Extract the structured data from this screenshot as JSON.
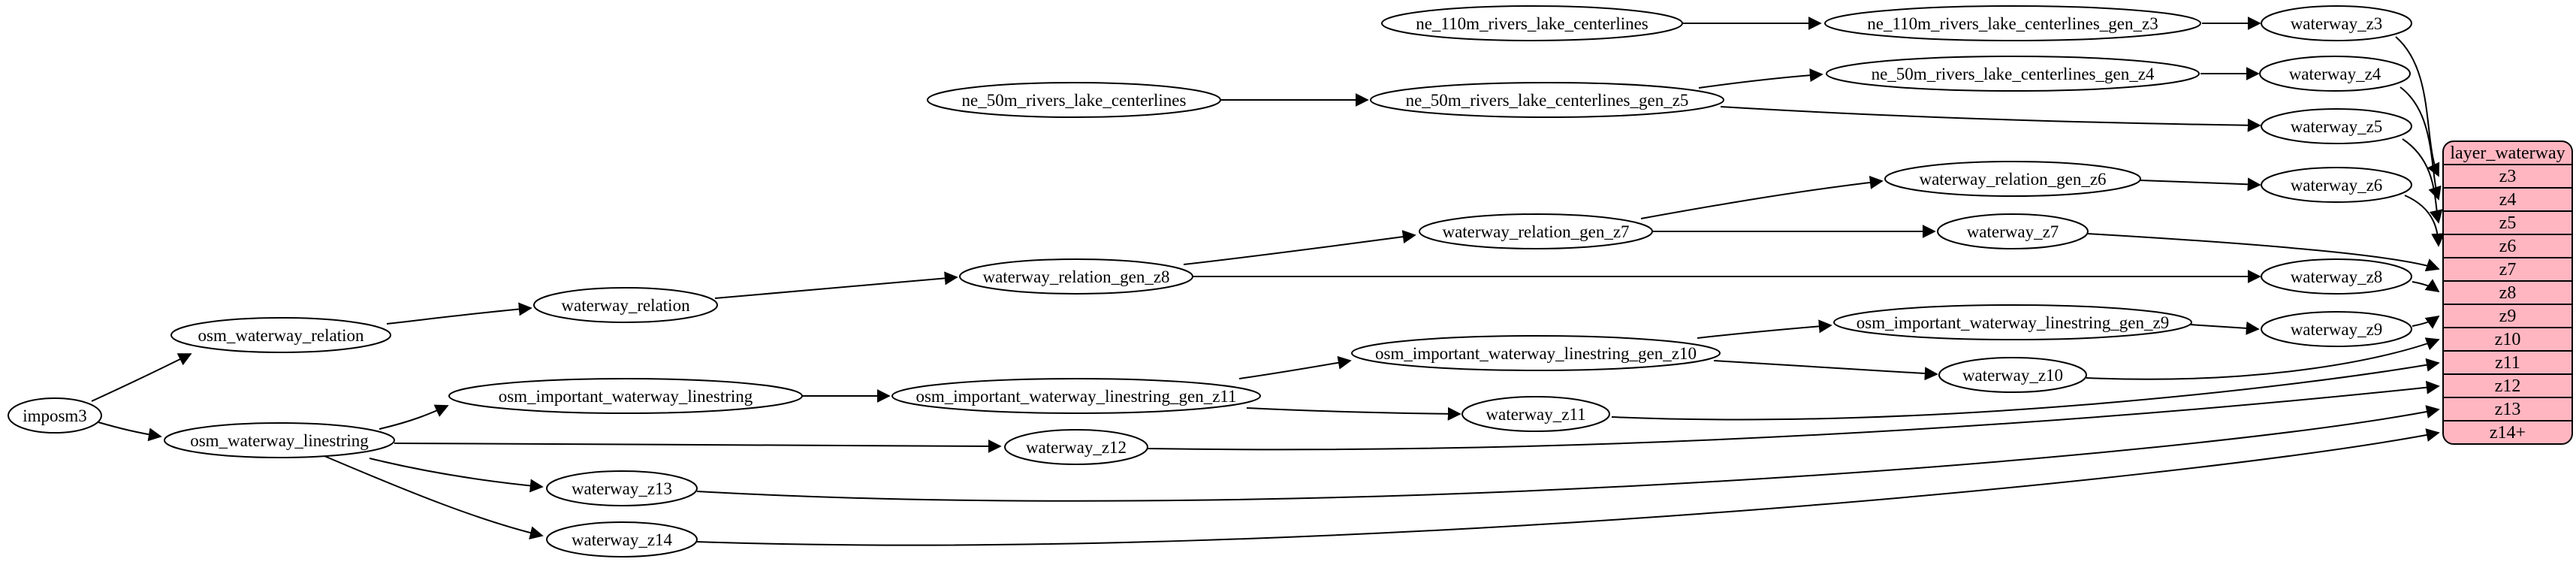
{
  "diagram_type": "etl-dependency-graph",
  "nodes": {
    "imposm3": "imposm3",
    "osm_waterway_relation": "osm_waterway_relation",
    "osm_waterway_linestring": "osm_waterway_linestring",
    "waterway_relation": "waterway_relation",
    "waterway_relation_gen_z8": "waterway_relation_gen_z8",
    "waterway_relation_gen_z7": "waterway_relation_gen_z7",
    "waterway_relation_gen_z6": "waterway_relation_gen_z6",
    "osm_important_waterway_linestring": "osm_important_waterway_linestring",
    "osm_important_waterway_linestring_gen_z11": "osm_important_waterway_linestring_gen_z11",
    "osm_important_waterway_linestring_gen_z10": "osm_important_waterway_linestring_gen_z10",
    "osm_important_waterway_linestring_gen_z9": "osm_important_waterway_linestring_gen_z9",
    "ne_110m_rivers_lake_centerlines": "ne_110m_rivers_lake_centerlines",
    "ne_110m_rivers_lake_centerlines_gen_z3": "ne_110m_rivers_lake_centerlines_gen_z3",
    "ne_50m_rivers_lake_centerlines": "ne_50m_rivers_lake_centerlines",
    "ne_50m_rivers_lake_centerlines_gen_z5": "ne_50m_rivers_lake_centerlines_gen_z5",
    "ne_50m_rivers_lake_centerlines_gen_z4": "ne_50m_rivers_lake_centerlines_gen_z4",
    "waterway_z3": "waterway_z3",
    "waterway_z4": "waterway_z4",
    "waterway_z5": "waterway_z5",
    "waterway_z6": "waterway_z6",
    "waterway_z7": "waterway_z7",
    "waterway_z8": "waterway_z8",
    "waterway_z9": "waterway_z9",
    "waterway_z10": "waterway_z10",
    "waterway_z11": "waterway_z11",
    "waterway_z12": "waterway_z12",
    "waterway_z13": "waterway_z13",
    "waterway_z14": "waterway_z14"
  },
  "table": {
    "title": "layer_waterway",
    "rows": [
      "z3",
      "z4",
      "z5",
      "z6",
      "z7",
      "z8",
      "z9",
      "z10",
      "z11",
      "z12",
      "z13",
      "z14+"
    ],
    "fill": "#ffb6c1",
    "border": "#000000"
  },
  "edges": [
    "imposm3 -> osm_waterway_relation",
    "imposm3 -> osm_waterway_linestring",
    "osm_waterway_relation -> waterway_relation",
    "waterway_relation -> waterway_relation_gen_z8",
    "waterway_relation_gen_z8 -> waterway_relation_gen_z7",
    "waterway_relation_gen_z8 -> waterway_z8",
    "waterway_relation_gen_z7 -> waterway_relation_gen_z6",
    "waterway_relation_gen_z7 -> waterway_z7",
    "waterway_relation_gen_z6 -> waterway_z6",
    "ne_110m_rivers_lake_centerlines -> ne_110m_rivers_lake_centerlines_gen_z3",
    "ne_110m_rivers_lake_centerlines_gen_z3 -> waterway_z3",
    "ne_50m_rivers_lake_centerlines -> ne_50m_rivers_lake_centerlines_gen_z5",
    "ne_50m_rivers_lake_centerlines_gen_z5 -> ne_50m_rivers_lake_centerlines_gen_z4",
    "ne_50m_rivers_lake_centerlines_gen_z5 -> waterway_z5",
    "ne_50m_rivers_lake_centerlines_gen_z4 -> waterway_z4",
    "osm_waterway_linestring -> osm_important_waterway_linestring",
    "osm_important_waterway_linestring -> osm_important_waterway_linestring_gen_z11",
    "osm_important_waterway_linestring_gen_z11 -> osm_important_waterway_linestring_gen_z10",
    "osm_important_waterway_linestring_gen_z11 -> waterway_z11",
    "osm_important_waterway_linestring_gen_z10 -> osm_important_waterway_linestring_gen_z9",
    "osm_important_waterway_linestring_gen_z10 -> waterway_z10",
    "osm_important_waterway_linestring_gen_z9 -> waterway_z9",
    "osm_waterway_linestring -> waterway_z12",
    "osm_waterway_linestring -> waterway_z13",
    "osm_waterway_linestring -> waterway_z14",
    "waterway_z3 -> layer_waterway:z3",
    "waterway_z4 -> layer_waterway:z4",
    "waterway_z5 -> layer_waterway:z5",
    "waterway_z6 -> layer_waterway:z6",
    "waterway_z7 -> layer_waterway:z7",
    "waterway_z8 -> layer_waterway:z8",
    "waterway_z9 -> layer_waterway:z9",
    "waterway_z10 -> layer_waterway:z10",
    "waterway_z11 -> layer_waterway:z11",
    "waterway_z12 -> layer_waterway:z12",
    "waterway_z13 -> layer_waterway:z13",
    "waterway_z14 -> layer_waterway:z14+"
  ],
  "colors": {
    "node_fill": "#ffffff",
    "edge_stroke": "#000000",
    "table_fill": "#ffb6c1",
    "text": "#000000"
  }
}
